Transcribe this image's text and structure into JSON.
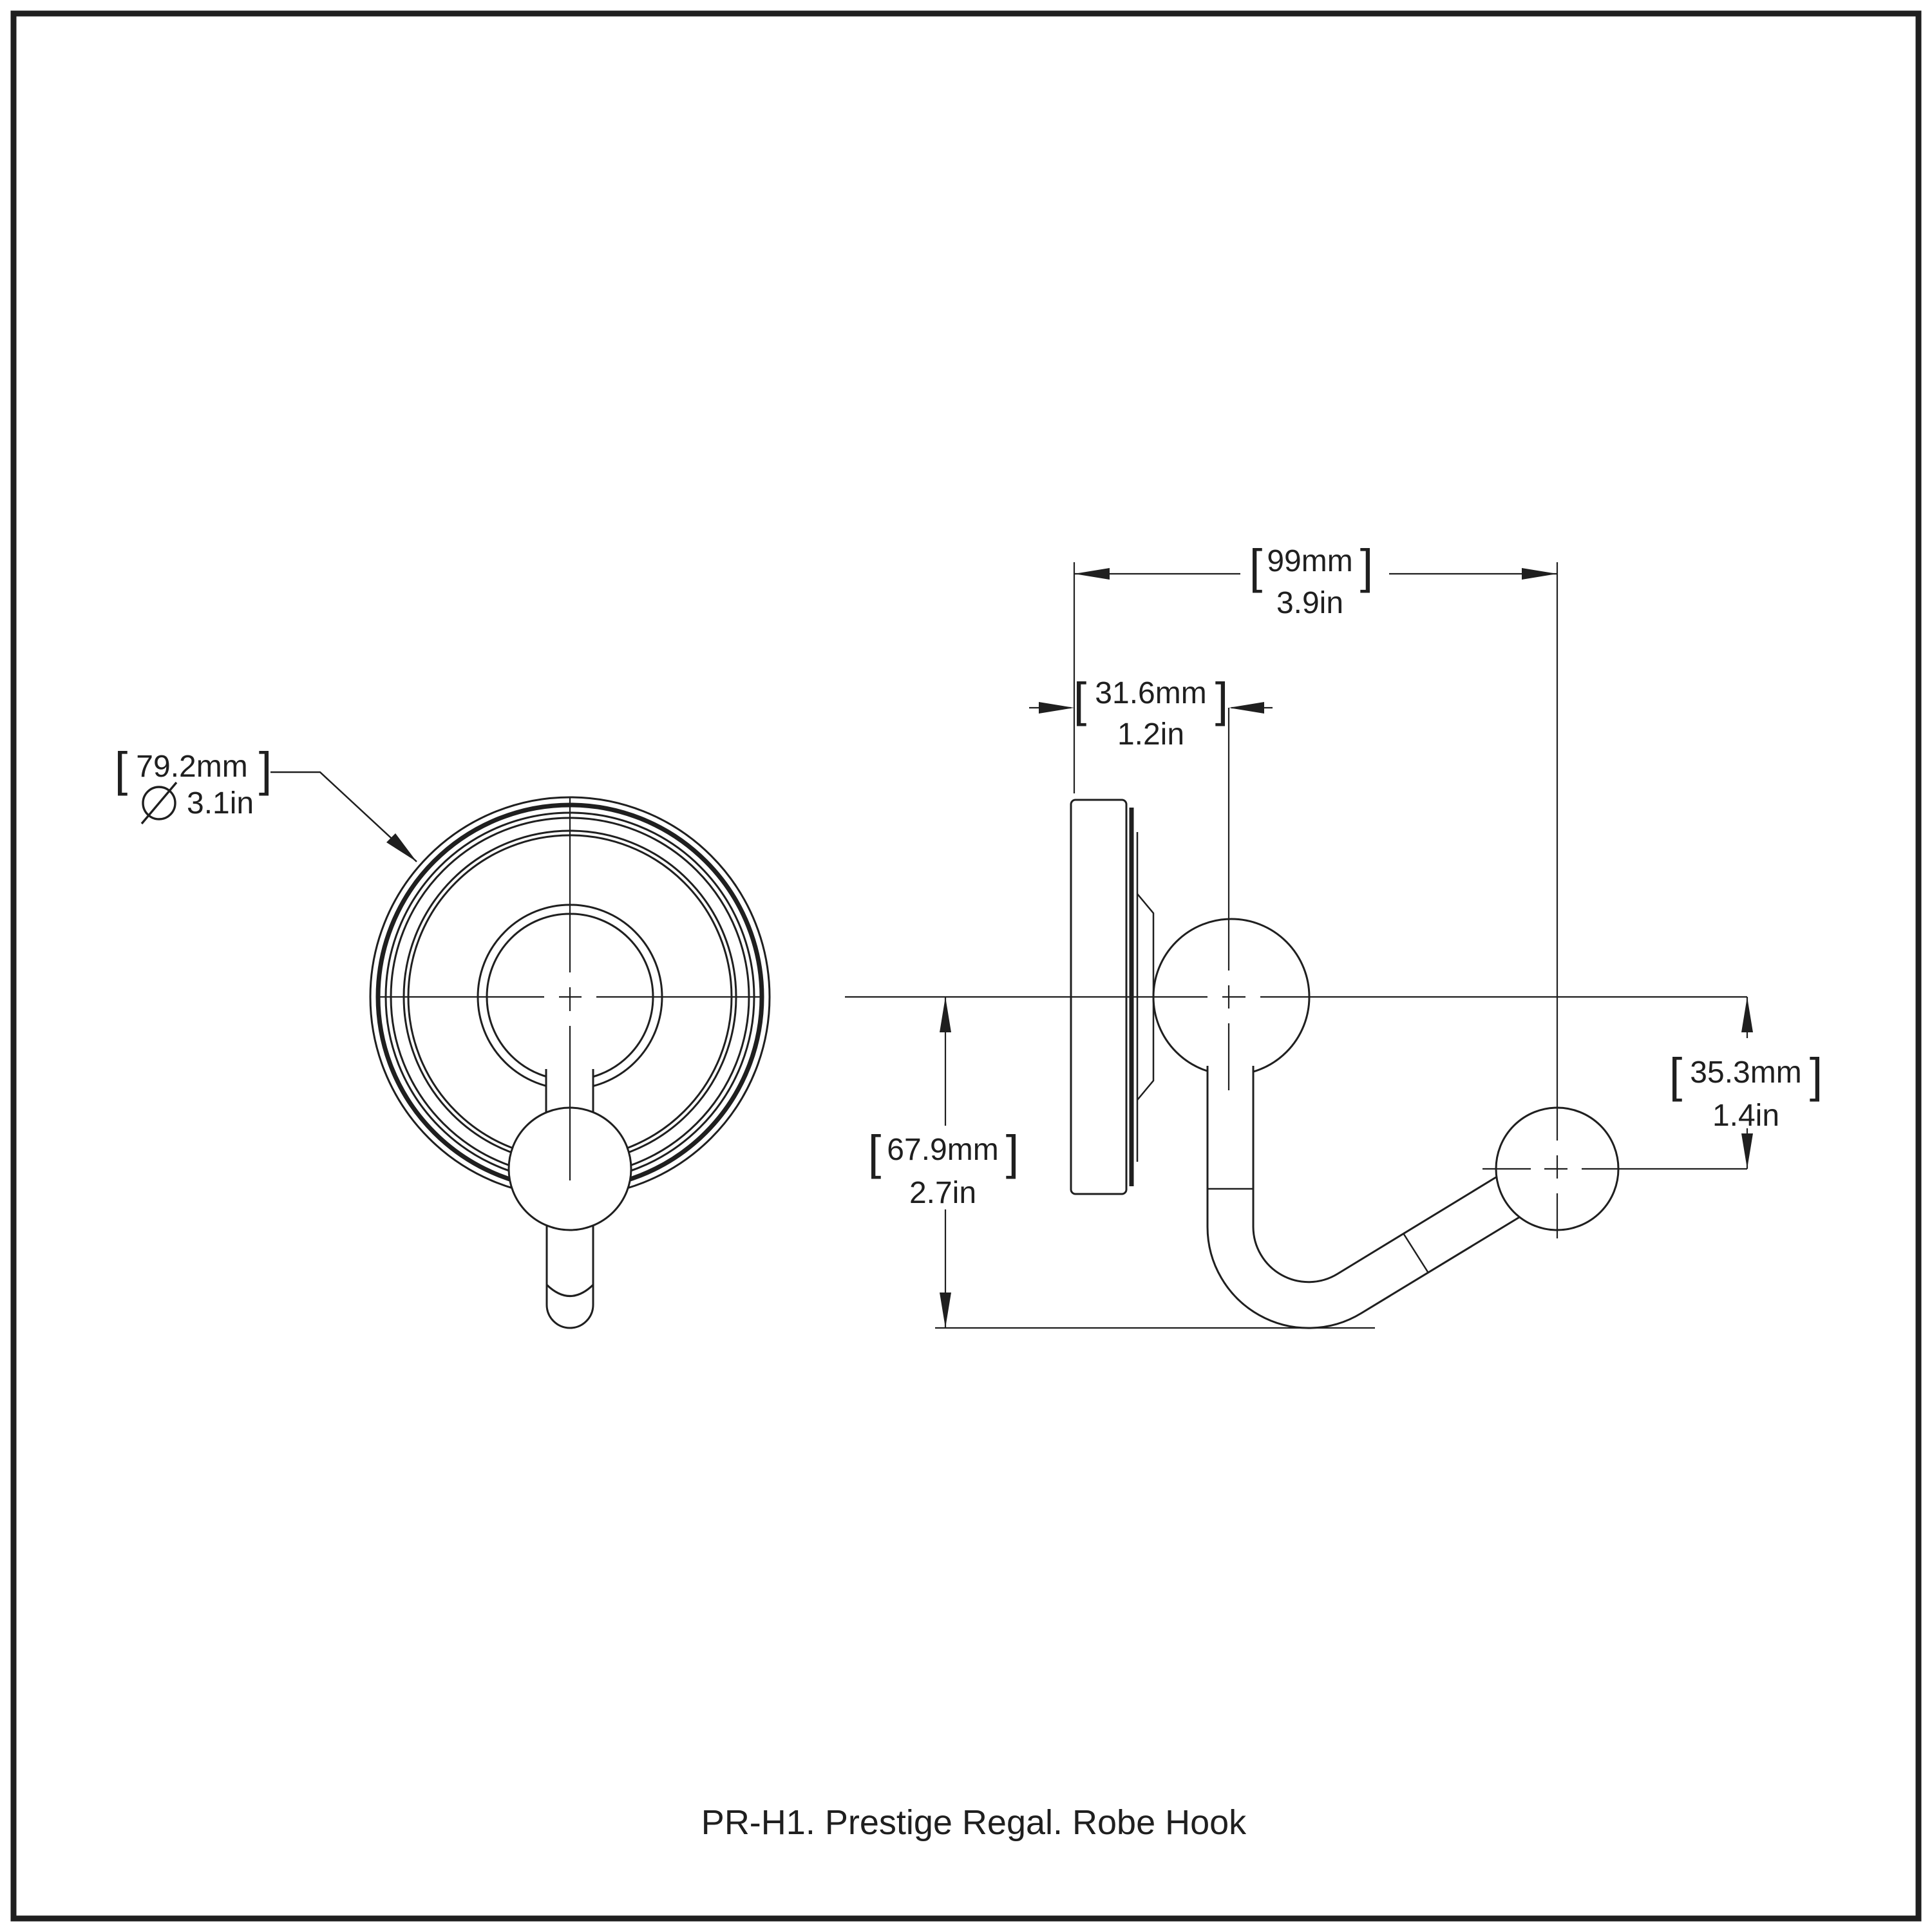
{
  "page": {
    "caption": "PR-H1. Prestige Regal. Robe Hook"
  },
  "ui": {
    "bracket_left": "[",
    "bracket_right": "]",
    "diameter_symbol": "⌀"
  },
  "colors": {
    "line": "#1f1f1f",
    "background": "#ffffff"
  },
  "dims": {
    "plate_diameter": {
      "mm": "79.2mm",
      "inch": "3.1in"
    },
    "projection": {
      "mm": "99mm",
      "inch": "3.9in"
    },
    "wall_to_ball_center": {
      "mm": "31.6mm",
      "inch": "1.2in"
    },
    "overall_drop": {
      "mm": "67.9mm",
      "inch": "2.7in"
    },
    "hook_rise": {
      "mm": "35.3mm",
      "inch": "1.4in"
    }
  }
}
